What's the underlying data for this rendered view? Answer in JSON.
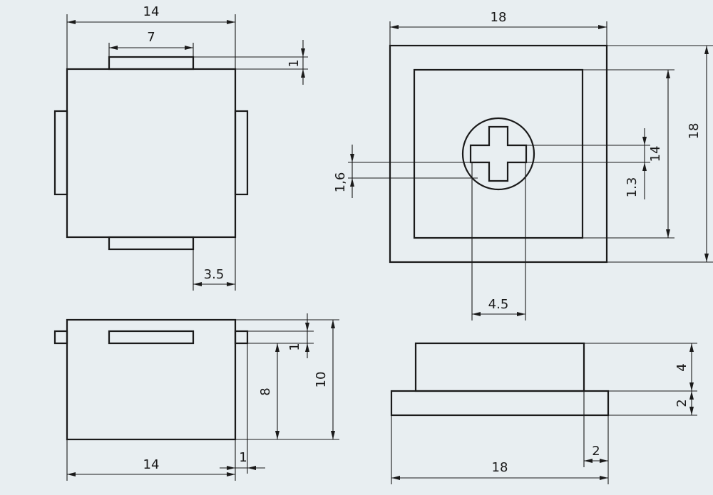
{
  "colors": {
    "background": "#e8eef1",
    "line": "#1a1a1a"
  },
  "views": {
    "top_left": {
      "dim_width": "14",
      "dim_tab_width": "7",
      "dim_tab_height": "1",
      "dim_offset": "3.5"
    },
    "front_left": {
      "dim_width": "14",
      "dim_slot": "1",
      "dim_height_inner": "8",
      "dim_height": "10",
      "dim_tab": "1"
    },
    "top_right": {
      "dim_width": "18",
      "dim_height": "18",
      "dim_inner": "14",
      "dim_cross_height": "1.3",
      "dim_cross_bar": "1,6",
      "dim_cross_width": "4.5"
    },
    "side_right": {
      "dim_height_top": "4",
      "dim_height_base": "2",
      "dim_offset": "2",
      "dim_width": "18"
    }
  }
}
